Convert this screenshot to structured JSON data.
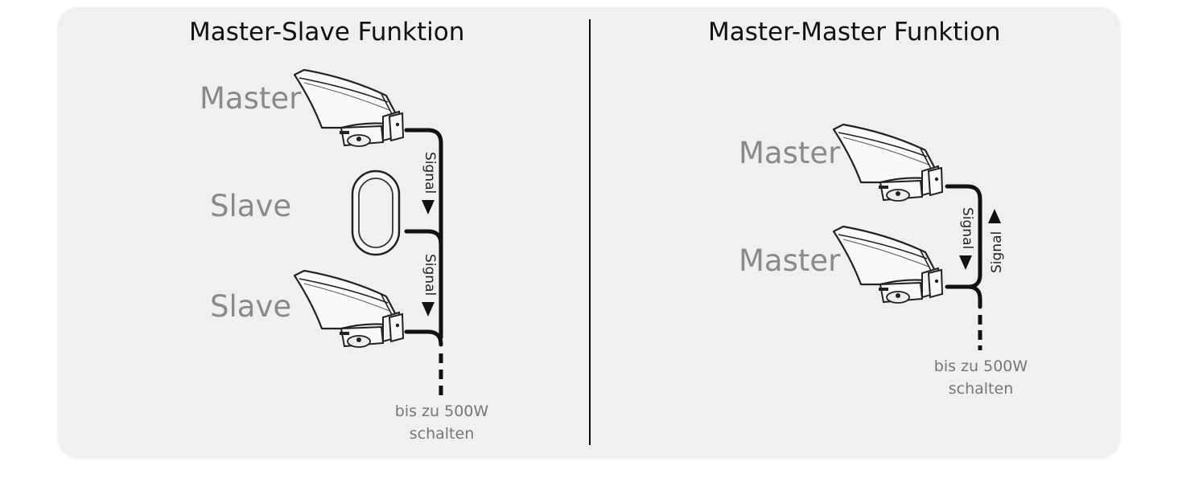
{
  "left_panel": {
    "title": "Master-Slave Funktion",
    "labels": [
      "Master",
      "Slave",
      "Slave"
    ],
    "signal_labels": [
      "Signal",
      "Signal"
    ],
    "caption_line1": "bis zu 500W",
    "caption_line2": "schalten"
  },
  "right_panel": {
    "title": "Master-Master Funktion",
    "labels": [
      "Master",
      "Master"
    ],
    "signal_labels": [
      "Signal",
      "Signal"
    ],
    "caption_line1": "bis zu 500W",
    "caption_line2": "schalten"
  },
  "colors": {
    "panel_background": "#f0f0f0",
    "label_gray": "#8a8a8a",
    "line_black": "#111111"
  },
  "icons": [
    "floodlight-icon",
    "oval-wall-lamp-icon",
    "arrow-down-icon",
    "arrow-up-icon"
  ]
}
